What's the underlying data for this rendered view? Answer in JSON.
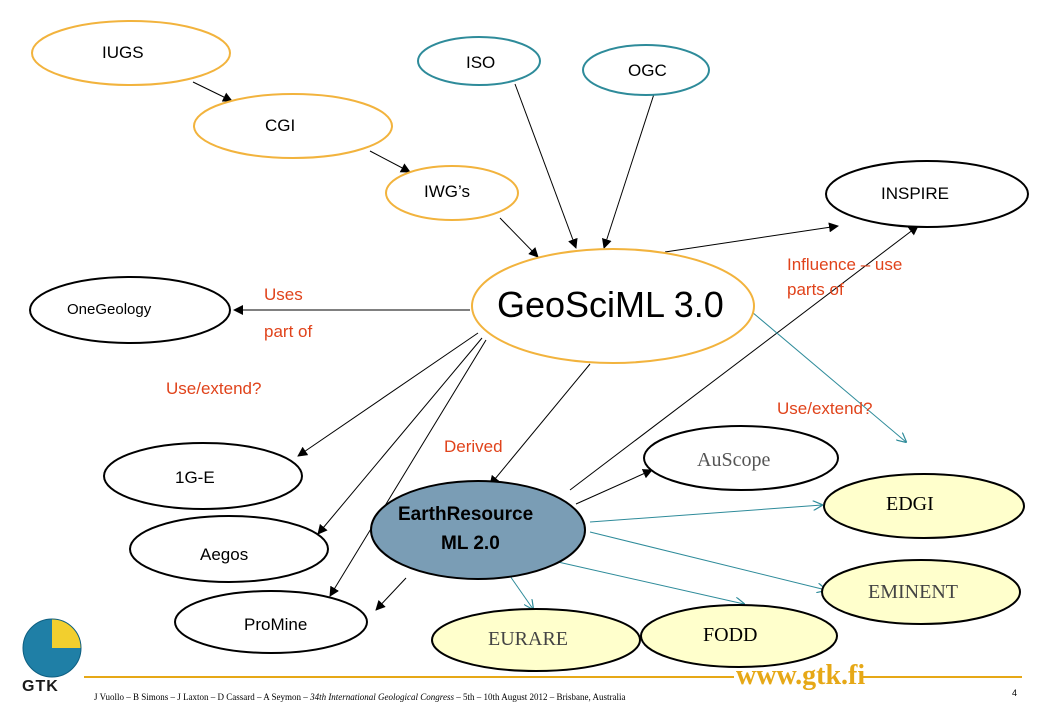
{
  "nodes": {
    "iugs": "IUGS",
    "cgi": "CGI",
    "iwgs": "IWG’s",
    "iso": "ISO",
    "ogc": "OGC",
    "inspire": "INSPIRE",
    "geosciml": "GeoSciML 3.0",
    "onegeology": "OneGeology",
    "oneg_e": "1G-E",
    "aegos": "Aegos",
    "promine": "ProMine",
    "earthresource_line1": "EarthResource",
    "earthresource_line2": "ML 2.0",
    "auscope": "AuScope",
    "edgi": "EDGI",
    "eminent": "EMINENT",
    "eurare": "EURARE",
    "fodd": "FODD"
  },
  "edge_labels": {
    "uses": "Uses",
    "part_of": "part of",
    "influence_1": "Influence – use",
    "influence_2": "parts of",
    "use_extend_left": "Use/extend?",
    "use_extend_right": "Use/extend?",
    "derived": "Derived"
  },
  "footer": {
    "url": "www.gtk.fi",
    "credits_a": "J Vuollo – B Simons – J Laxton – D Cassard – A Seymon – ",
    "credits_congress": "34th International Geological Congress",
    "credits_b": " – 5th – 10th August 2012 – Brisbane, Australia",
    "page_number": "4",
    "logo_text": "GTK"
  },
  "colors": {
    "orange": "#f2b33d",
    "teal": "#2e8b9a",
    "light_yellow": "#ffffcc",
    "steel_blue": "#7a9db5",
    "red_text": "#e0431b",
    "footer_gold": "#e6a817"
  }
}
